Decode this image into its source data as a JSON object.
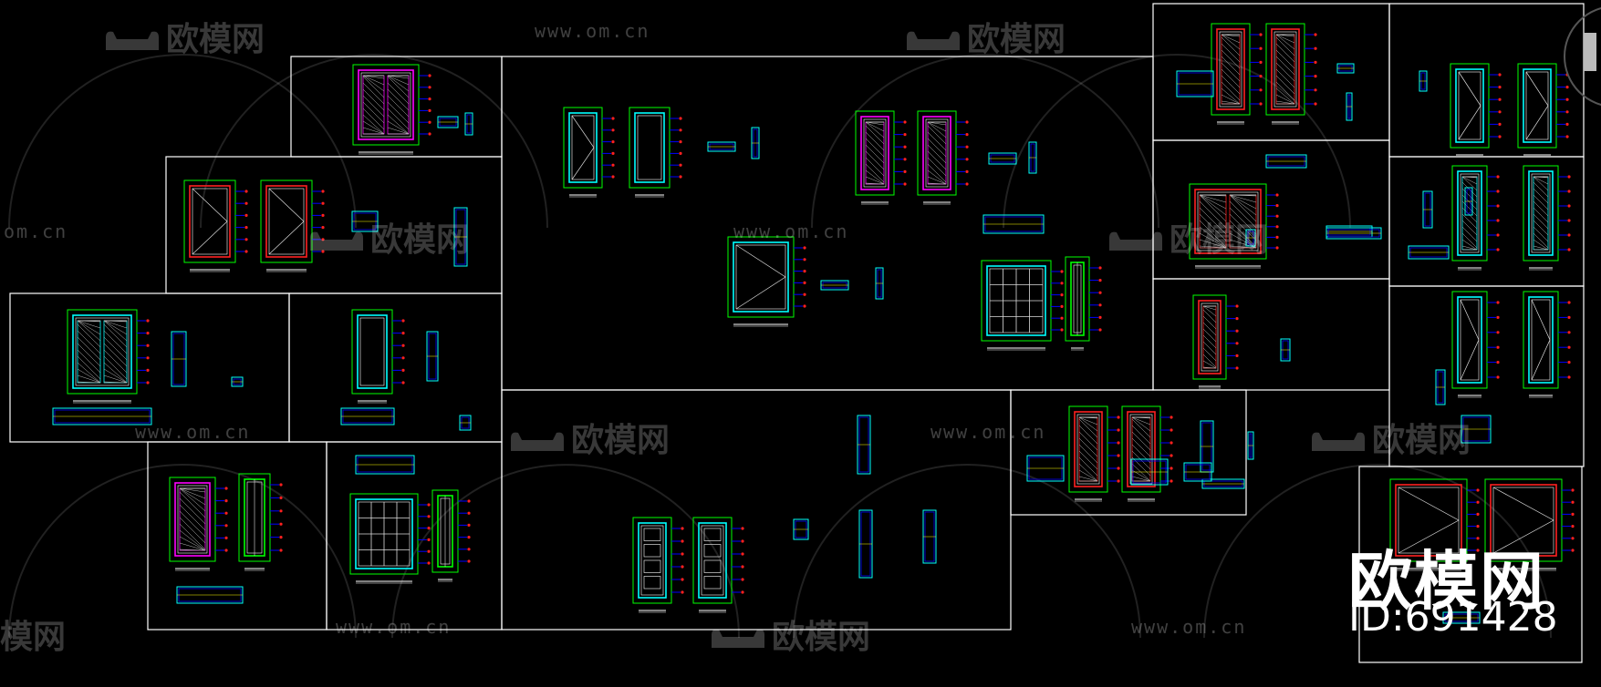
{
  "watermark": {
    "brand": "欧模网",
    "url": "www.om.cn",
    "url_fragment": "om.cn",
    "brand_fragment": "模网",
    "id_label": "ID:691428"
  },
  "colors": {
    "background": "#000000",
    "frame": "#ffffff",
    "door_red": "#ff2020",
    "door_magenta": "#ff00ff",
    "dim_green": "#00ff00",
    "annotation_blue": "#0000ff",
    "cyan": "#00ffff",
    "yellow": "#ffff00"
  },
  "drawing": {
    "content": "door elevation CAD sheets",
    "sheet_count": 16
  }
}
